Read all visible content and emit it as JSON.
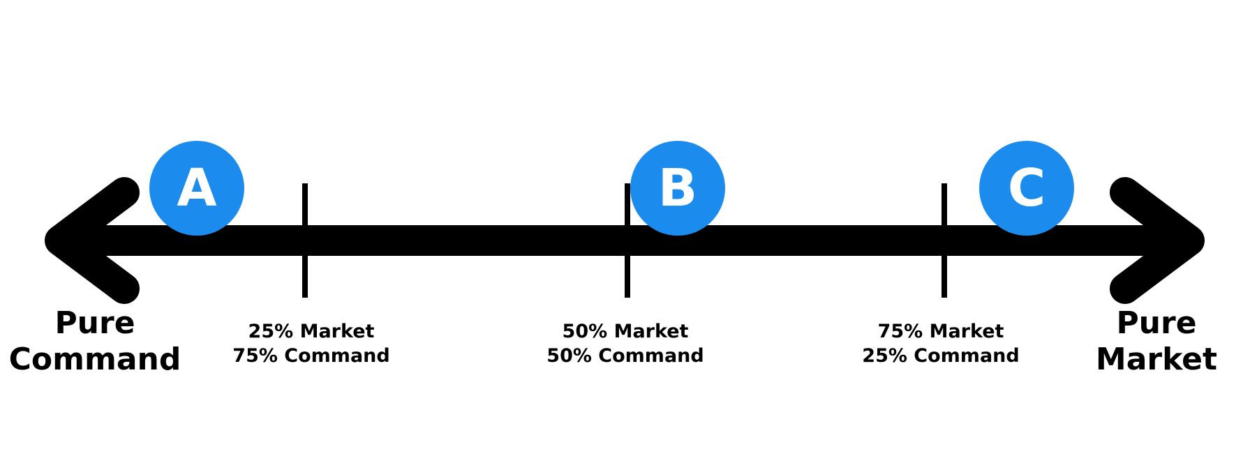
{
  "colors": {
    "axis": "#000000",
    "marker_fill": "#1b8ced",
    "marker_text": "#ffffff"
  },
  "ends": {
    "left": [
      "Pure",
      "Command"
    ],
    "right": [
      "Pure",
      "Market"
    ]
  },
  "ticks": [
    {
      "line1": "25% Market",
      "line2": "75% Command"
    },
    {
      "line1": "50% Market",
      "line2": "50% Command"
    },
    {
      "line1": "75% Market",
      "line2": "25% Command"
    }
  ],
  "markers": [
    {
      "letter": "A"
    },
    {
      "letter": "B"
    },
    {
      "letter": "C"
    }
  ]
}
